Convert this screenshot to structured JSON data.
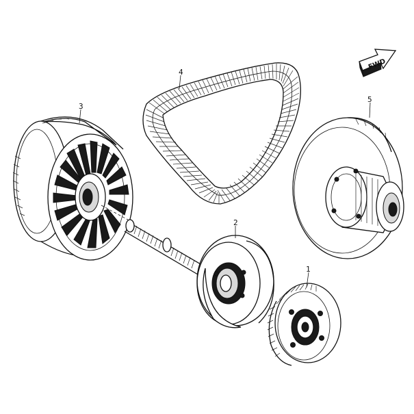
{
  "diagram": {
    "direction_arrow": {
      "label": "FWD"
    },
    "callouts": [
      {
        "id": "part-1",
        "label": "1"
      },
      {
        "id": "part-2",
        "label": "2"
      },
      {
        "id": "part-3",
        "label": "3"
      },
      {
        "id": "part-4",
        "label": "4"
      },
      {
        "id": "part-5",
        "label": "5"
      }
    ]
  }
}
